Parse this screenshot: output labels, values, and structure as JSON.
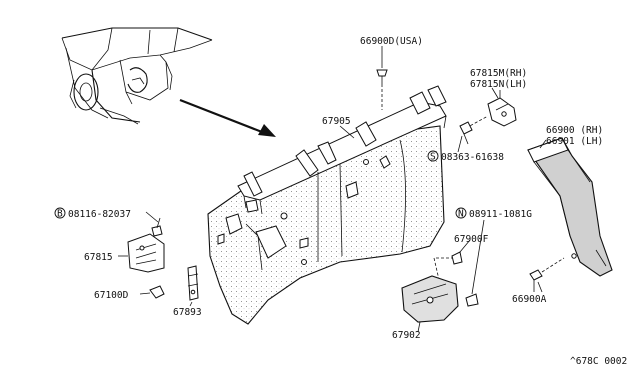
{
  "callouts": {
    "c66900D": "66900D(USA)",
    "c67815M": "67815M(RH)",
    "c67815N": "67815N(LH)",
    "c67905": "67905",
    "c66900": "66900 (RH)",
    "c66901": "66901 (LH)",
    "c08363": "08363-61638",
    "c08116": "08116-82037",
    "c08911": "08911-1081G",
    "c67900F": "67900F",
    "c67815": "67815",
    "c67100D": "67100D",
    "c67893": "67893",
    "c66900A": "66900A",
    "c67902": "67902"
  },
  "symbols": {
    "S": "S",
    "B": "B",
    "N": "N"
  },
  "footer": {
    "code": "^678C 0002"
  }
}
